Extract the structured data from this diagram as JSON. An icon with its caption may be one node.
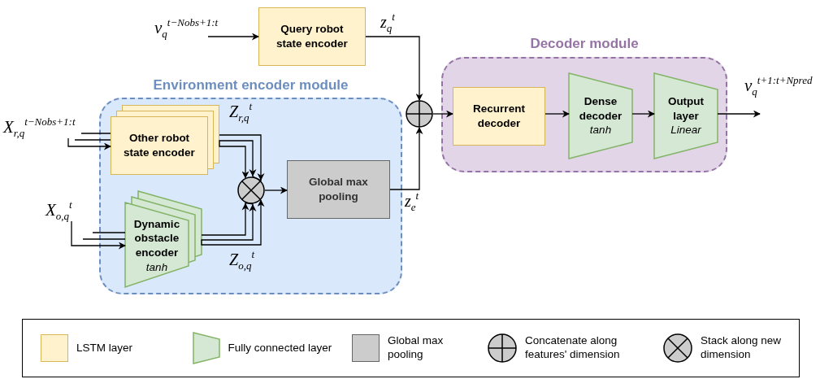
{
  "diagram": {
    "nodes": [
      {
        "text": [
          "v$_{q}$$^{t−Nobs+1:t}$"
        ]
      },
      {
        "text": [
          "Query robot state encoder"
        ]
      },
      {
        "text": [
          "Environment encoder module"
        ]
      },
      {
        "text": [
          "X$_{r,q}$$^{t−Nobs+1:t}$"
        ]
      },
      {
        "text": [
          "Other robot state encoder"
        ],
        "in": 2
      },
      {
        "text": [
          "X$_{o,q}$$^{t}$"
        ]
      },
      {
        "text": [
          "Dynamic obstacle encoder",
          "tanh"
        ],
        "in": 2
      },
      {
        "text": [],
        "shape": "circle",
        "in": 2
      },
      {
        "text": [
          "Global max pooling"
        ],
        "in": 2
      },
      {
        "text": [],
        "shape": "circle"
      },
      {
        "text": [
          "Decoder module"
        ]
      },
      {
        "text": [
          "Recurrent decoder"
        ],
        "in": 10
      },
      {
        "text": [
          "Dense decoder",
          "tanh"
        ],
        "in": 10
      },
      {
        "text": [
          "Output layer",
          "Linear"
        ],
        "in": 10
      },
      {
        "text": [
          "v$_{q}$$^{t+1:t+Npred}$"
        ]
      }
    ],
    "edges": [
      {
        "from": 0,
        "to": 1,
        "arrow": "to"
      },
      {
        "from": 1,
        "to": 9,
        "arrow": "to",
        "label": "z$_{q}$$^{t}$"
      },
      {
        "from": 3,
        "to": 4,
        "arrow": "to"
      },
      {
        "from": 5,
        "to": 6,
        "arrow": "to"
      },
      {
        "from": 4,
        "to": 7,
        "arrow": "to",
        "label": "Z$_{r,q}$$^{t}$"
      },
      {
        "from": 6,
        "to": 7,
        "arrow": "to",
        "label": "Z$_{o,q}$$^{t}$"
      },
      {
        "from": 7,
        "to": 8,
        "arrow": "to"
      },
      {
        "from": 8,
        "to": 9,
        "arrow": "to",
        "label": "z$_{e}$$^{t}$"
      },
      {
        "from": 9,
        "to": 11,
        "arrow": "to"
      },
      {
        "from": 11,
        "to": 12,
        "arrow": "to"
      },
      {
        "from": 12,
        "to": 13,
        "arrow": "to"
      },
      {
        "from": 13,
        "to": 14,
        "arrow": "to"
      }
    ],
    "legend": [
      {
        "text": "LSTM layer",
        "color": "#fff2cc"
      },
      {
        "text": "Fully connected layer"
      },
      {
        "text": "Global max pooling",
        "color": "#cccccc"
      },
      {
        "text": "Concatenate along features' dimension"
      },
      {
        "text": "Stack along new dimension"
      }
    ]
  }
}
